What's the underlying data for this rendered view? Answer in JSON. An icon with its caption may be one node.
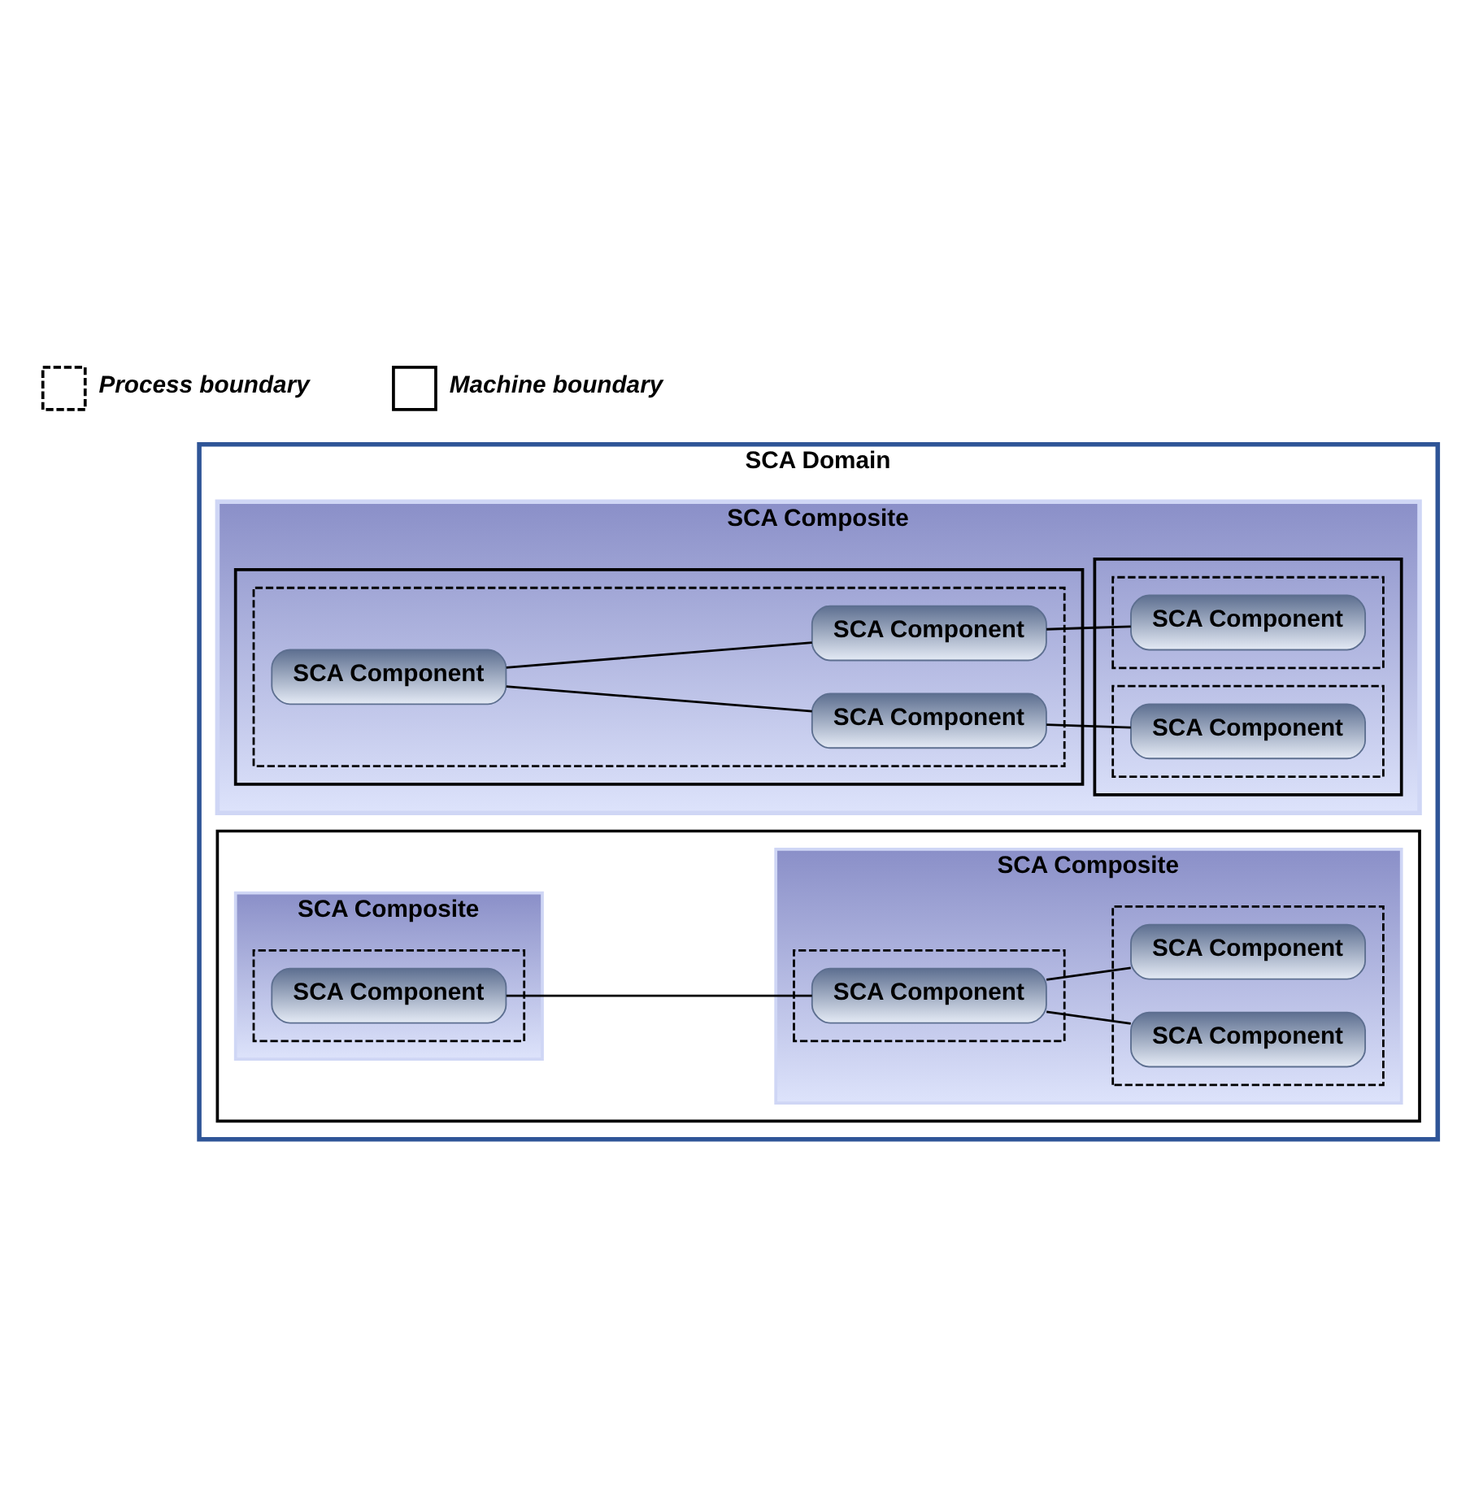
{
  "diagram": {
    "nodes": [
      {
        "text": [
          "SCA Domain"
        ]
      },
      {
        "text": [
          "SCA Composite"
        ],
        "in": 0
      },
      {
        "text": [],
        "shape": "box",
        "in": 1
      },
      {
        "text": [],
        "shape": "box",
        "in": 2
      },
      {
        "text": [
          "SCA Component"
        ],
        "in": 3
      },
      {
        "text": [
          "SCA Component"
        ],
        "in": 3
      },
      {
        "text": [
          "SCA Component"
        ],
        "in": 3
      },
      {
        "text": [],
        "shape": "box",
        "in": 1
      },
      {
        "text": [],
        "shape": "box",
        "in": 7
      },
      {
        "text": [
          "SCA Component"
        ],
        "in": 8
      },
      {
        "text": [],
        "shape": "box",
        "in": 7
      },
      {
        "text": [
          "SCA Component"
        ],
        "in": 10
      },
      {
        "text": [],
        "shape": "box",
        "in": 0
      },
      {
        "text": [
          "SCA Composite"
        ],
        "in": 12
      },
      {
        "text": [],
        "shape": "box",
        "in": 13
      },
      {
        "text": [
          "SCA Component"
        ],
        "in": 14
      },
      {
        "text": [
          "SCA Composite"
        ],
        "in": 12
      },
      {
        "text": [],
        "shape": "box",
        "in": 16
      },
      {
        "text": [
          "SCA Component"
        ],
        "in": 17
      },
      {
        "text": [],
        "shape": "box",
        "in": 16
      },
      {
        "text": [
          "SCA Component"
        ],
        "in": 19
      },
      {
        "text": [
          "SCA Component"
        ],
        "in": 19
      }
    ],
    "edges": [
      {
        "from": 4,
        "to": 5,
        "arrow": "none"
      },
      {
        "from": 4,
        "to": 6,
        "arrow": "none"
      },
      {
        "from": 5,
        "to": 9,
        "arrow": "none"
      },
      {
        "from": 6,
        "to": 11,
        "arrow": "none"
      },
      {
        "from": 15,
        "to": 18,
        "arrow": "none"
      },
      {
        "from": 18,
        "to": 20,
        "arrow": "none"
      },
      {
        "from": 18,
        "to": 21,
        "arrow": "none"
      }
    ],
    "legend": [
      {
        "text": "Process boundary"
      },
      {
        "text": "Machine boundary"
      }
    ]
  }
}
